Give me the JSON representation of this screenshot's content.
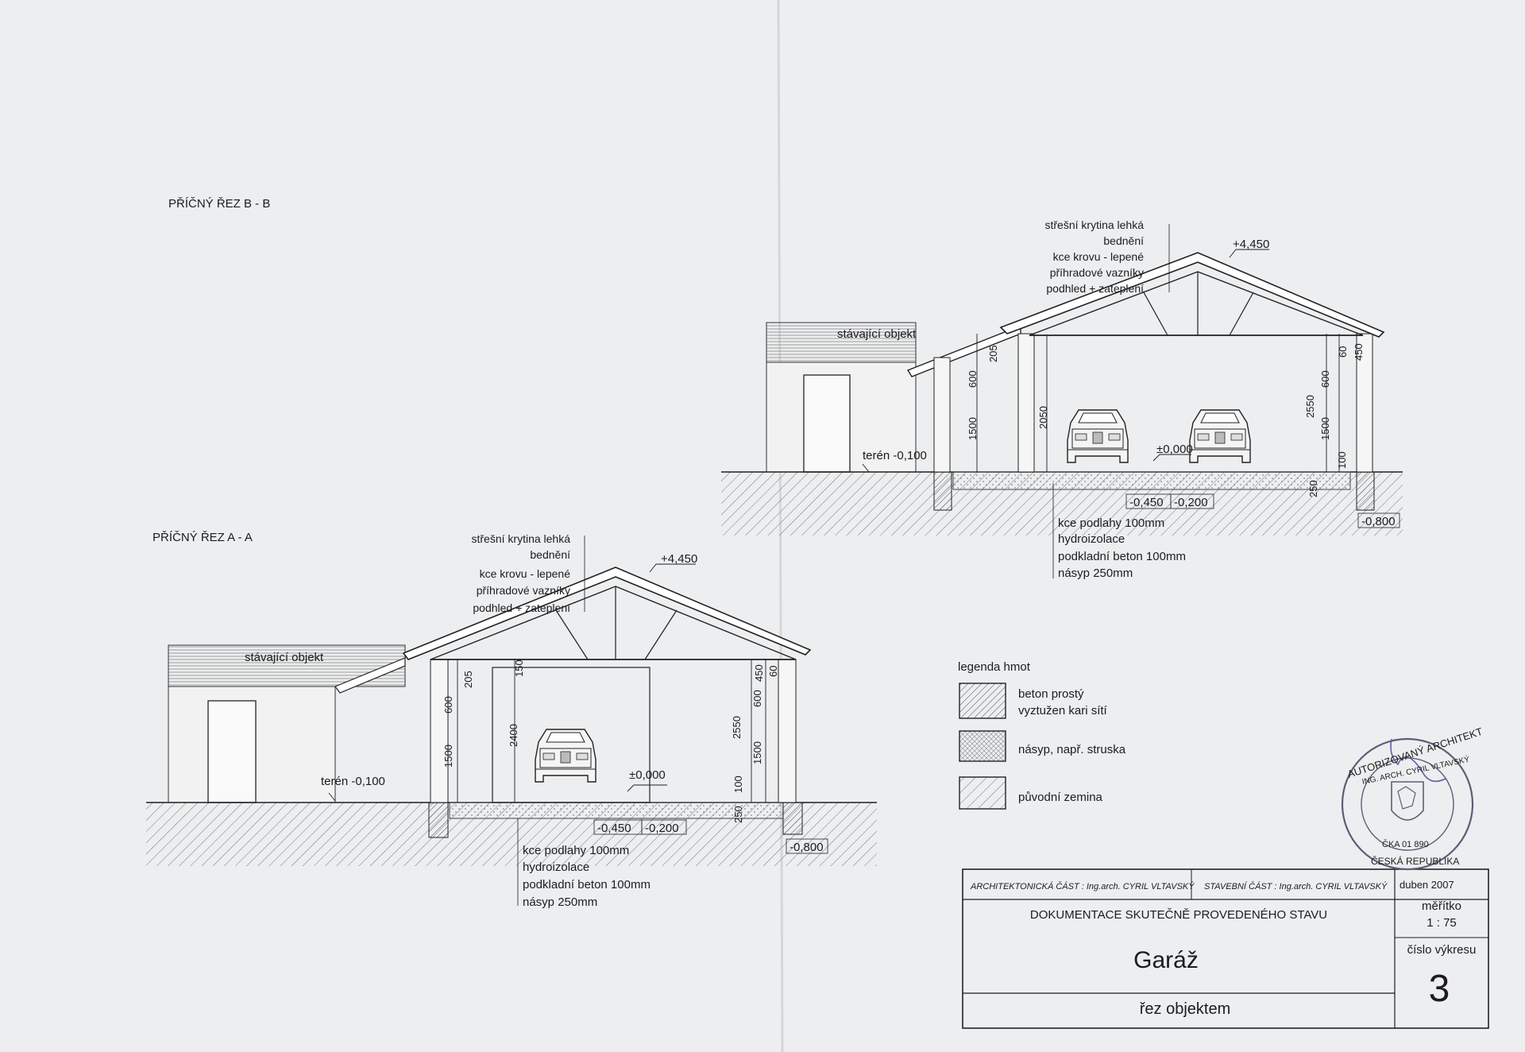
{
  "section_bb": {
    "title": "PŘÍČNÝ ŘEZ B - B",
    "roof_layers": [
      "střešní krytina lehká",
      "bednění",
      "kce krovu - lepené",
      "příhradové vazníky",
      "podhled + zateplení"
    ],
    "ridge_level": "+4,450",
    "existing_building": "stávající objekt",
    "terrain": "terén -0,100",
    "floor_level": "±0,000",
    "levels": [
      "-0,450",
      "-0,200",
      "-0,800"
    ],
    "dims": [
      "205",
      "600",
      "1500",
      "2050",
      "450",
      "60",
      "600",
      "2550",
      "1500",
      "100",
      "250"
    ],
    "floor_layers": [
      "kce podlahy 100mm",
      "hydroizolace",
      "podkladní beton 100mm",
      "násyp 250mm"
    ]
  },
  "section_aa": {
    "title": "PŘÍČNÝ ŘEZ A - A",
    "roof_layers": [
      "střešní krytina lehká",
      "bednění",
      "kce krovu - lepené",
      "příhradové vazníky",
      "podhled + zateplení"
    ],
    "ridge_level": "+4,450",
    "existing_building": "stávající objekt",
    "terrain": "terén -0,100",
    "floor_level": "±0,000",
    "levels": [
      "-0,450",
      "-0,200",
      "-0,800"
    ],
    "dims": [
      "205",
      "600",
      "1500",
      "150",
      "2400",
      "450",
      "60",
      "600",
      "2550",
      "1500",
      "100",
      "250"
    ],
    "floor_layers": [
      "kce podlahy 100mm",
      "hydroizolace",
      "podkladní beton 100mm",
      "násyp 250mm"
    ]
  },
  "legend": {
    "title": "legenda hmot",
    "items": [
      {
        "label1": "beton prostý",
        "label2": "vyztužen kari sítí"
      },
      {
        "label1": "násyp, např. struska",
        "label2": ""
      },
      {
        "label1": "původní zemina",
        "label2": ""
      }
    ]
  },
  "title_block": {
    "arch_part": "ARCHITEKTONICKÁ ČÁST : Ing.arch. CYRIL VLTAVSKÝ",
    "struct_part": "STAVEBNÍ ČÁST : Ing.arch. CYRIL VLTAVSKÝ",
    "date": "duben 2007",
    "doc_type": "DOKUMENTACE SKUTEČNĚ PROVEDENÉHO STAVU",
    "scale_label": "měřítko",
    "scale": "1 : 75",
    "project": "Garáž",
    "drawing_no_label": "číslo výkresu",
    "drawing_no": "3",
    "drawing_name": "řez objektem"
  },
  "stamp": {
    "text_outer": "AUTORIZOVANÝ ARCHITEKT",
    "text_inner": "ING. ARCH. CYRIL VLTAVSKÝ",
    "number": "ČKA 01 890",
    "country": "ČESKÁ REPUBLIKA"
  }
}
